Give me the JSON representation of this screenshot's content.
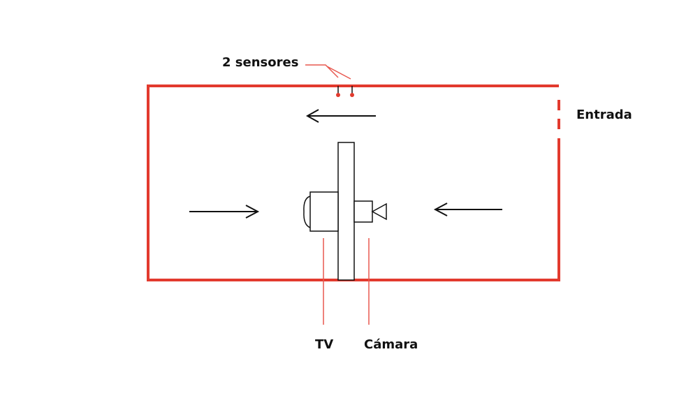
{
  "labels": {
    "sensors": "2 sensores",
    "entrance": "Entrada",
    "tv": "TV",
    "camera": "Cámara"
  },
  "icons": {
    "arrow_top": "arrow-left-icon",
    "arrow_left": "arrow-right-icon",
    "arrow_right": "arrow-left-icon",
    "tv": "tv-icon",
    "camera": "camera-icon",
    "sensor": "sensor-icon"
  },
  "colors": {
    "room_outline": "#e23a2e",
    "annotation": "#e8584f",
    "drawing": "#111111",
    "text": "#111111"
  }
}
